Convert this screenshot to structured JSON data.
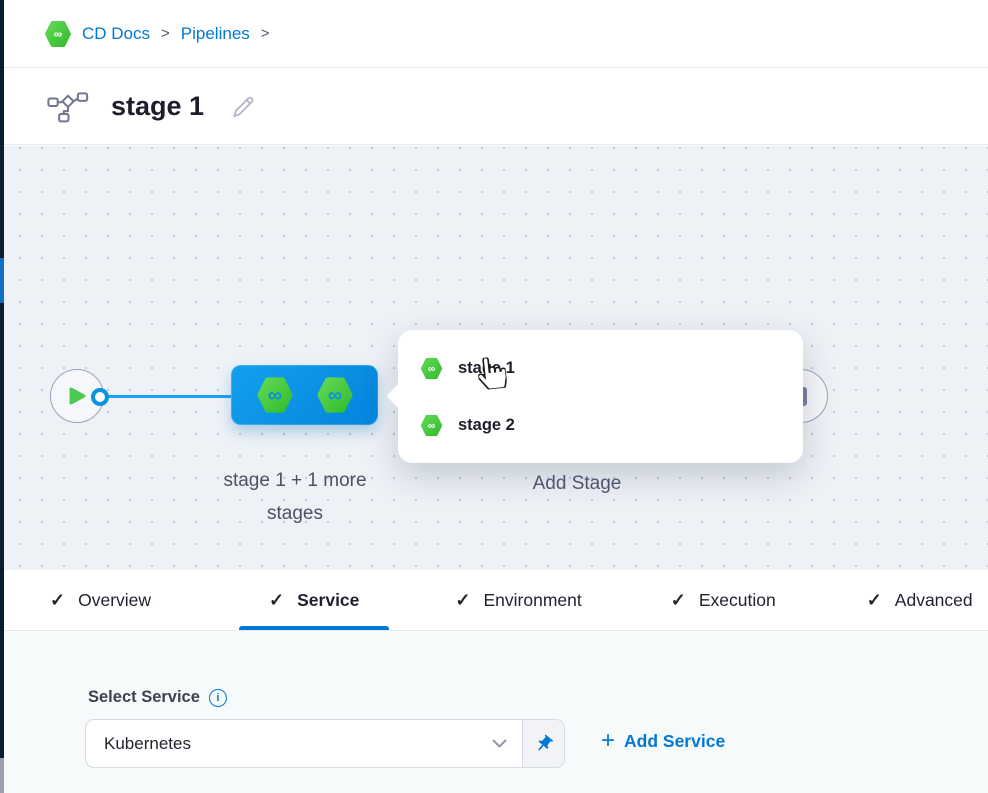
{
  "colors": {
    "accent_blue": "#0278d5",
    "harness_box_blue": "#0092e4",
    "connector_blue": "#18a3ef",
    "hex_green": "#42c93e",
    "canvas_bg": "#edf2f7",
    "edge_strip_dark": "#0a1c30",
    "edge_strip_active": "#1170c6",
    "text_dark": "#1d1e2c",
    "text_gray": "#565872"
  },
  "ui": {
    "check_glyph": "✓",
    "infinity_glyph": "∞",
    "separator": ">",
    "plus_glyph": "+",
    "info_glyph": "i"
  },
  "breadcrumb": {
    "items": [
      {
        "label": "CD Docs"
      },
      {
        "label": "Pipelines"
      }
    ]
  },
  "header": {
    "title": "stage 1"
  },
  "canvas": {
    "stage_group": {
      "label_line1": "stage 1 + 1 more",
      "label_line2": "stages"
    },
    "add_stage_label": "Add Stage",
    "popup": {
      "items": [
        {
          "label": "stage 1"
        },
        {
          "label": "stage 2"
        }
      ]
    }
  },
  "tabs": {
    "active": "Service",
    "items": [
      {
        "label": "Overview"
      },
      {
        "label": "Service"
      },
      {
        "label": "Environment"
      },
      {
        "label": "Execution"
      },
      {
        "label": "Advanced"
      }
    ]
  },
  "service_panel": {
    "label": "Select Service",
    "selected_value": "Kubernetes",
    "add_service_label": "Add Service"
  }
}
